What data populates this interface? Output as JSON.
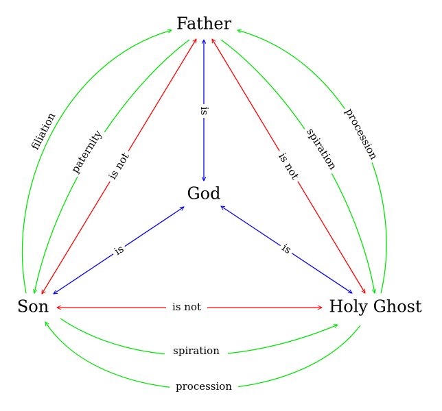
{
  "colors": {
    "identity": "#0000ff",
    "distinction": "#ff0000",
    "relation": "#00e600"
  },
  "nodes": {
    "father": "Father",
    "god": "God",
    "son": "Son",
    "holy_ghost": "Holy Ghost"
  },
  "edges": {
    "father_god": "is",
    "son_god": "is",
    "holy_ghost_god": "is",
    "son_father": "is not",
    "holy_ghost_father": "is not",
    "son_holy_ghost": "is not",
    "son_to_father_outer": "filiation",
    "father_to_son_inner": "paternity",
    "father_to_holy_ghost_inner": "spiration",
    "holy_ghost_to_father_outer": "procession",
    "son_to_holy_ghost_inner": "spiration",
    "holy_ghost_to_son_outer": "procession"
  }
}
